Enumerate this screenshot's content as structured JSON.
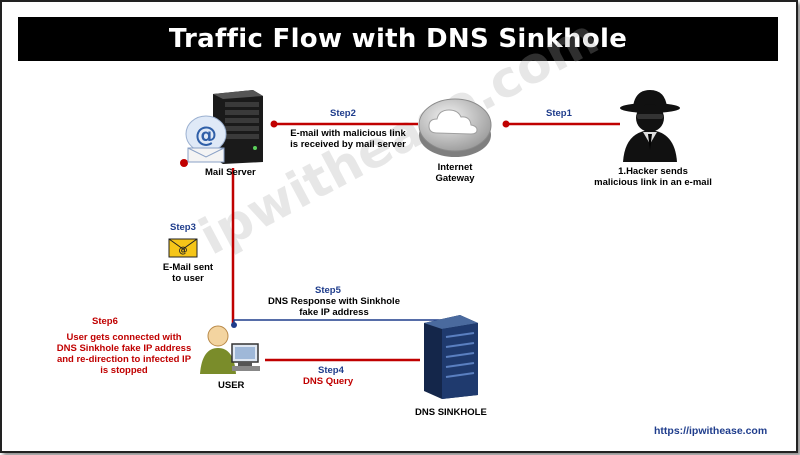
{
  "title": "Traffic Flow with DNS Sinkhole",
  "watermark": "ipwithease.com",
  "url": "https://ipwithease.com",
  "nodes": {
    "mail_server": "Mail Server",
    "internet_gateway": [
      "Internet",
      "Gateway"
    ],
    "hacker": [
      "1.Hacker sends",
      "malicious link in an e-mail"
    ],
    "user": "USER",
    "dns_sinkhole": "DNS SINKHOLE"
  },
  "steps": {
    "step1": "Step1",
    "step2": {
      "label": "Step2",
      "text": [
        "E-mail with malicious link",
        "is received by mail server"
      ]
    },
    "step3": {
      "label": "Step3",
      "text": [
        "E-Mail sent",
        "to user"
      ]
    },
    "step4": {
      "label": "Step4",
      "text": "DNS Query"
    },
    "step5": {
      "label": "Step5",
      "text": [
        "DNS Response with Sinkhole",
        "fake IP address"
      ]
    },
    "step6": {
      "label": "Step6",
      "text": [
        "User gets connected with",
        "DNS Sinkhole fake IP address",
        "and re-direction to infected IP",
        "is stopped"
      ]
    }
  },
  "colors": {
    "red_line": "#c00000",
    "blue_line": "#1f3d8c",
    "title_bg": "#000000"
  },
  "icons": [
    "server-icon",
    "email-at-icon",
    "cloud-gateway-icon",
    "hacker-icon",
    "envelope-icon",
    "user-computer-icon",
    "server-rack-icon"
  ]
}
